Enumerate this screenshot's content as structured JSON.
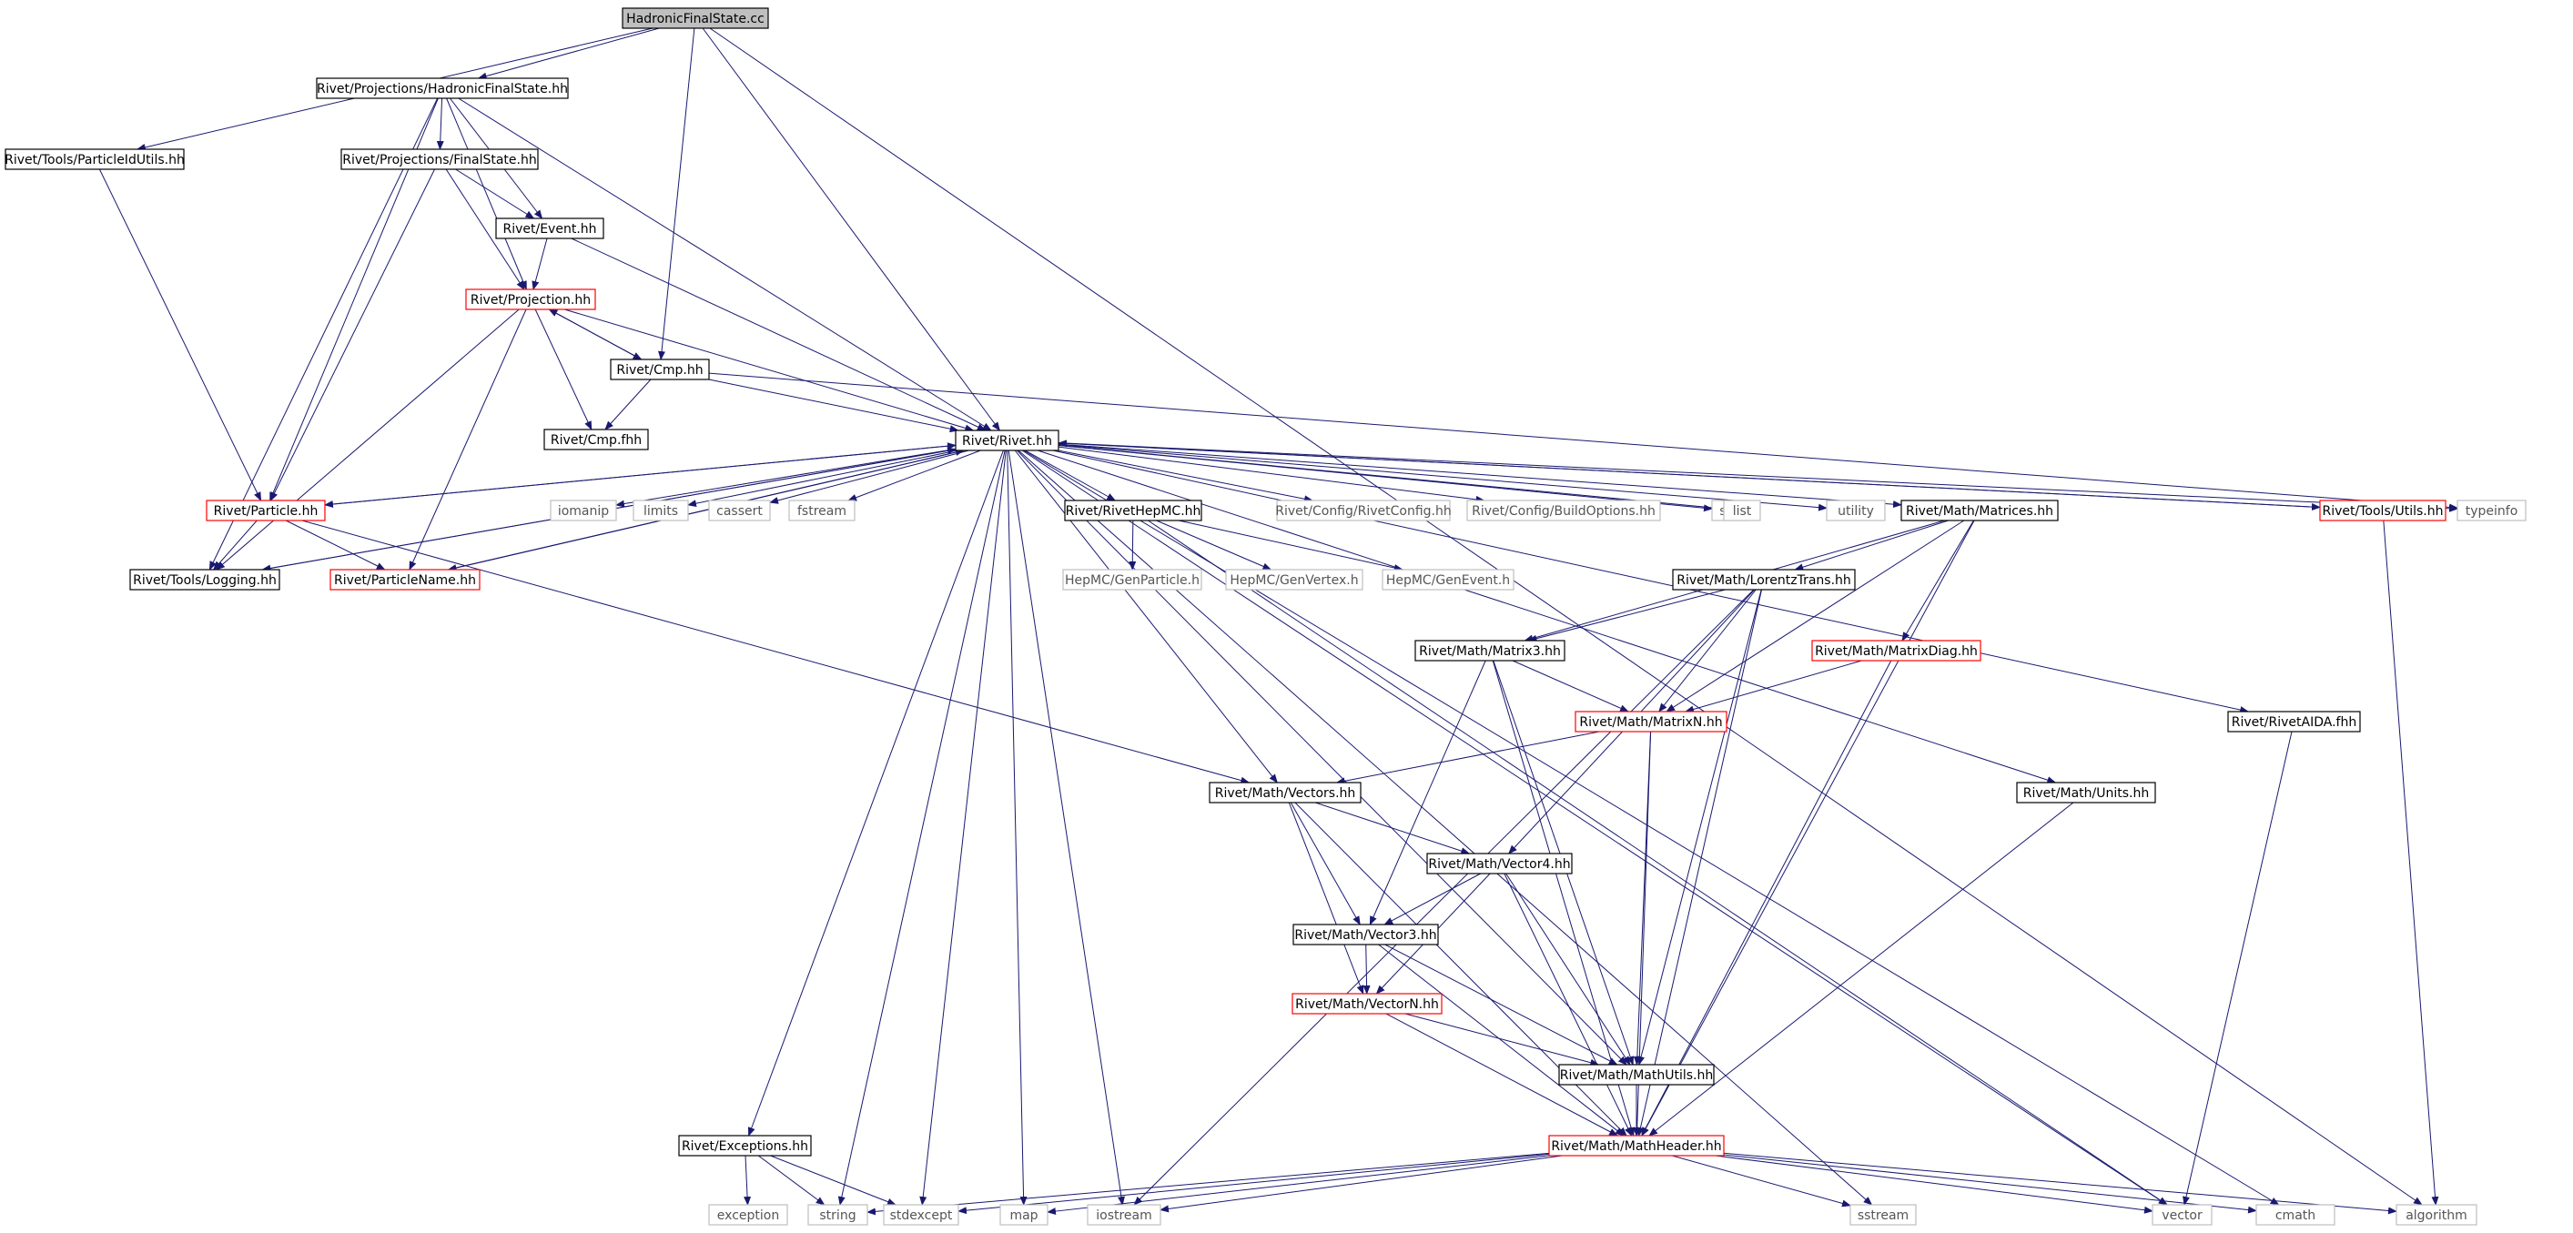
{
  "colors": {
    "edge": "#191970",
    "arrow": "#191970",
    "node_border_normal": "#000000",
    "node_border_truncated": "#ff0000",
    "node_border_external": "#bfbfbf",
    "node_fill_root": "#bfbfbf",
    "node_fill": "#ffffff",
    "text_normal": "#000000",
    "text_external": "#555555"
  },
  "nodes": [
    {
      "id": "root",
      "label": "HadronicFinalState.cc",
      "kind": "root"
    },
    {
      "id": "hfs",
      "label": "Rivet/Projections/HadronicFinalState.hh",
      "kind": "normal"
    },
    {
      "id": "pidu",
      "label": "Rivet/Tools/ParticleIdUtils.hh",
      "kind": "normal"
    },
    {
      "id": "fs",
      "label": "Rivet/Projections/FinalState.hh",
      "kind": "normal"
    },
    {
      "id": "event",
      "label": "Rivet/Event.hh",
      "kind": "normal"
    },
    {
      "id": "proj",
      "label": "Rivet/Projection.hh",
      "kind": "truncated"
    },
    {
      "id": "cmp",
      "label": "Rivet/Cmp.hh",
      "kind": "normal"
    },
    {
      "id": "cmpf",
      "label": "Rivet/Cmp.fhh",
      "kind": "normal"
    },
    {
      "id": "rivet",
      "label": "Rivet/Rivet.hh",
      "kind": "normal"
    },
    {
      "id": "particle",
      "label": "Rivet/Particle.hh",
      "kind": "truncated"
    },
    {
      "id": "logging",
      "label": "Rivet/Tools/Logging.hh",
      "kind": "normal"
    },
    {
      "id": "pname",
      "label": "Rivet/ParticleName.hh",
      "kind": "truncated"
    },
    {
      "id": "iomanip",
      "label": "iomanip",
      "kind": "external"
    },
    {
      "id": "limits",
      "label": "limits",
      "kind": "external"
    },
    {
      "id": "cassert",
      "label": "cassert",
      "kind": "external"
    },
    {
      "id": "fstream",
      "label": "fstream",
      "kind": "external"
    },
    {
      "id": "hepmc",
      "label": "Rivet/RivetHepMC.hh",
      "kind": "normal"
    },
    {
      "id": "rivetconfig",
      "label": "Rivet/Config/RivetConfig.hh",
      "kind": "external"
    },
    {
      "id": "buildopts",
      "label": "Rivet/Config/BuildOptions.hh",
      "kind": "external"
    },
    {
      "id": "set",
      "label": "set",
      "kind": "external"
    },
    {
      "id": "list",
      "label": "list",
      "kind": "external"
    },
    {
      "id": "utility",
      "label": "utility",
      "kind": "external"
    },
    {
      "id": "matrices",
      "label": "Rivet/Math/Matrices.hh",
      "kind": "normal"
    },
    {
      "id": "tutils",
      "label": "Rivet/Tools/Utils.hh",
      "kind": "truncated"
    },
    {
      "id": "typeinfo",
      "label": "typeinfo",
      "kind": "external"
    },
    {
      "id": "genparticle",
      "label": "HepMC/GenParticle.h",
      "kind": "external"
    },
    {
      "id": "genvertex",
      "label": "HepMC/GenVertex.h",
      "kind": "external"
    },
    {
      "id": "genevent",
      "label": "HepMC/GenEvent.h",
      "kind": "external"
    },
    {
      "id": "lorentz",
      "label": "Rivet/Math/LorentzTrans.hh",
      "kind": "normal"
    },
    {
      "id": "matrix3",
      "label": "Rivet/Math/Matrix3.hh",
      "kind": "normal"
    },
    {
      "id": "mdiag",
      "label": "Rivet/Math/MatrixDiag.hh",
      "kind": "truncated"
    },
    {
      "id": "matrixn",
      "label": "Rivet/Math/MatrixN.hh",
      "kind": "truncated"
    },
    {
      "id": "aida",
      "label": "Rivet/RivetAIDA.fhh",
      "kind": "normal"
    },
    {
      "id": "vectors",
      "label": "Rivet/Math/Vectors.hh",
      "kind": "normal"
    },
    {
      "id": "units",
      "label": "Rivet/Math/Units.hh",
      "kind": "normal"
    },
    {
      "id": "vector4",
      "label": "Rivet/Math/Vector4.hh",
      "kind": "normal"
    },
    {
      "id": "vector3",
      "label": "Rivet/Math/Vector3.hh",
      "kind": "normal"
    },
    {
      "id": "vectorn",
      "label": "Rivet/Math/VectorN.hh",
      "kind": "truncated"
    },
    {
      "id": "mathutils",
      "label": "Rivet/Math/MathUtils.hh",
      "kind": "normal"
    },
    {
      "id": "exceptions",
      "label": "Rivet/Exceptions.hh",
      "kind": "normal"
    },
    {
      "id": "mathheader",
      "label": "Rivet/Math/MathHeader.hh",
      "kind": "truncated"
    },
    {
      "id": "exception",
      "label": "exception",
      "kind": "external"
    },
    {
      "id": "string",
      "label": "string",
      "kind": "external"
    },
    {
      "id": "stdexcept",
      "label": "stdexcept",
      "kind": "external"
    },
    {
      "id": "map",
      "label": "map",
      "kind": "external"
    },
    {
      "id": "iostream",
      "label": "iostream",
      "kind": "external"
    },
    {
      "id": "sstream",
      "label": "sstream",
      "kind": "external"
    },
    {
      "id": "vector",
      "label": "vector",
      "kind": "external"
    },
    {
      "id": "cmath",
      "label": "cmath",
      "kind": "external"
    },
    {
      "id": "algorithm",
      "label": "algorithm",
      "kind": "external"
    }
  ],
  "edges": [
    [
      "root",
      "hfs"
    ],
    [
      "root",
      "pidu"
    ],
    [
      "root",
      "rivet"
    ],
    [
      "root",
      "cmp"
    ],
    [
      "root",
      "algorithm"
    ],
    [
      "hfs",
      "fs"
    ],
    [
      "hfs",
      "event"
    ],
    [
      "hfs",
      "proj"
    ],
    [
      "hfs",
      "particle"
    ],
    [
      "hfs",
      "logging"
    ],
    [
      "hfs",
      "rivet"
    ],
    [
      "pidu",
      "particle"
    ],
    [
      "fs",
      "event"
    ],
    [
      "fs",
      "proj"
    ],
    [
      "fs",
      "particle"
    ],
    [
      "event",
      "proj"
    ],
    [
      "event",
      "rivet"
    ],
    [
      "proj",
      "cmp"
    ],
    [
      "proj",
      "cmpf"
    ],
    [
      "proj",
      "rivet"
    ],
    [
      "proj",
      "logging"
    ],
    [
      "proj",
      "pname"
    ],
    [
      "cmp",
      "proj"
    ],
    [
      "cmp",
      "cmpf"
    ],
    [
      "cmp",
      "rivet"
    ],
    [
      "cmp",
      "typeinfo"
    ],
    [
      "rivet",
      "particle"
    ],
    [
      "rivet",
      "pname"
    ],
    [
      "rivet",
      "logging"
    ],
    [
      "rivet",
      "iomanip"
    ],
    [
      "rivet",
      "limits"
    ],
    [
      "rivet",
      "cassert"
    ],
    [
      "rivet",
      "fstream"
    ],
    [
      "rivet",
      "hepmc"
    ],
    [
      "rivet",
      "rivetconfig"
    ],
    [
      "rivet",
      "buildopts"
    ],
    [
      "rivet",
      "set"
    ],
    [
      "rivet",
      "list"
    ],
    [
      "rivet",
      "utility"
    ],
    [
      "rivet",
      "matrices"
    ],
    [
      "rivet",
      "tutils"
    ],
    [
      "rivet",
      "typeinfo"
    ],
    [
      "rivet",
      "exceptions"
    ],
    [
      "rivet",
      "string"
    ],
    [
      "rivet",
      "stdexcept"
    ],
    [
      "rivet",
      "map"
    ],
    [
      "rivet",
      "iostream"
    ],
    [
      "rivet",
      "sstream"
    ],
    [
      "rivet",
      "vector"
    ],
    [
      "rivet",
      "cmath"
    ],
    [
      "rivet",
      "units"
    ],
    [
      "rivet",
      "aida"
    ],
    [
      "rivet",
      "vectors"
    ],
    [
      "rivet",
      "mathutils"
    ],
    [
      "particle",
      "rivet"
    ],
    [
      "particle",
      "logging"
    ],
    [
      "particle",
      "pname"
    ],
    [
      "particle",
      "vectors"
    ],
    [
      "pname",
      "rivet"
    ],
    [
      "logging",
      "rivet"
    ],
    [
      "tutils",
      "rivet"
    ],
    [
      "tutils",
      "algorithm"
    ],
    [
      "hepmc",
      "genparticle"
    ],
    [
      "hepmc",
      "genvertex"
    ],
    [
      "hepmc",
      "genevent"
    ],
    [
      "hepmc",
      "vector"
    ],
    [
      "matrices",
      "lorentz"
    ],
    [
      "matrices",
      "matrix3"
    ],
    [
      "matrices",
      "mdiag"
    ],
    [
      "matrices",
      "matrixn"
    ],
    [
      "matrices",
      "mathheader"
    ],
    [
      "lorentz",
      "matrix3"
    ],
    [
      "lorentz",
      "matrixn"
    ],
    [
      "lorentz",
      "vector4"
    ],
    [
      "lorentz",
      "mathheader"
    ],
    [
      "lorentz",
      "mathutils"
    ],
    [
      "lorentz",
      "iostream"
    ],
    [
      "matrix3",
      "matrixn"
    ],
    [
      "matrix3",
      "vector3"
    ],
    [
      "matrix3",
      "mathutils"
    ],
    [
      "matrix3",
      "mathheader"
    ],
    [
      "mdiag",
      "matrixn"
    ],
    [
      "mdiag",
      "mathheader"
    ],
    [
      "matrixn",
      "vectors"
    ],
    [
      "matrixn",
      "mathheader"
    ],
    [
      "matrixn",
      "mathutils"
    ],
    [
      "aida",
      "vector"
    ],
    [
      "vectors",
      "vector4"
    ],
    [
      "vectors",
      "vector3"
    ],
    [
      "vectors",
      "vectorn"
    ],
    [
      "vectors",
      "mathheader"
    ],
    [
      "units",
      "mathheader"
    ],
    [
      "vector4",
      "vector3"
    ],
    [
      "vector4",
      "vectorn"
    ],
    [
      "vector4",
      "mathutils"
    ],
    [
      "vector4",
      "mathheader"
    ],
    [
      "vector3",
      "vectorn"
    ],
    [
      "vector3",
      "mathutils"
    ],
    [
      "vector3",
      "mathheader"
    ],
    [
      "vectorn",
      "mathutils"
    ],
    [
      "vectorn",
      "mathheader"
    ],
    [
      "mathutils",
      "mathheader"
    ],
    [
      "exceptions",
      "exception"
    ],
    [
      "exceptions",
      "string"
    ],
    [
      "exceptions",
      "stdexcept"
    ],
    [
      "mathheader",
      "string"
    ],
    [
      "mathheader",
      "stdexcept"
    ],
    [
      "mathheader",
      "map"
    ],
    [
      "mathheader",
      "iostream"
    ],
    [
      "mathheader",
      "sstream"
    ],
    [
      "mathheader",
      "vector"
    ],
    [
      "mathheader",
      "cmath"
    ],
    [
      "mathheader",
      "algorithm"
    ]
  ]
}
